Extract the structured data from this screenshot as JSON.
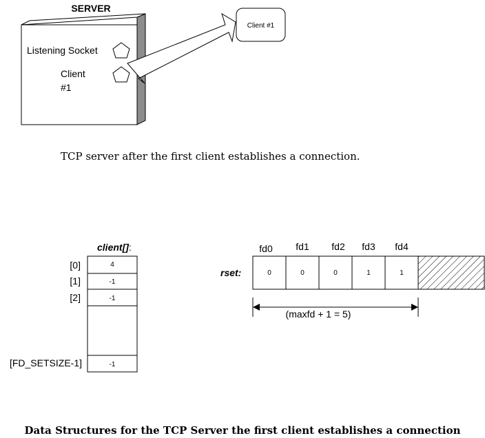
{
  "server": {
    "title": "SERVER",
    "listening_label": "Listening Socket",
    "client_label_line1": "Client",
    "client_label_line2": "#1"
  },
  "client_box": {
    "label": "Client #1"
  },
  "caption1": "TCP server after the first client establishes a connection.",
  "client_array": {
    "title": "client[]:",
    "title_main": "client[]",
    "title_suffix": ":",
    "rows": [
      {
        "index_label": "[0]",
        "value": "4"
      },
      {
        "index_label": "[1]",
        "value": "-1"
      },
      {
        "index_label": "[2]",
        "value": "-1"
      }
    ],
    "last_row": {
      "index_label": "[FD_SETSIZE-1]",
      "value": "-1"
    }
  },
  "rset": {
    "label": "rset:",
    "headers": [
      "fd0",
      "fd1",
      "fd2",
      "fd3",
      "fd4"
    ],
    "values": [
      "0",
      "0",
      "0",
      "1",
      "1"
    ],
    "range_label": "(maxfd + 1 = 5)"
  },
  "caption2": "Data Structures for the TCP Server the first client establishes a connection"
}
